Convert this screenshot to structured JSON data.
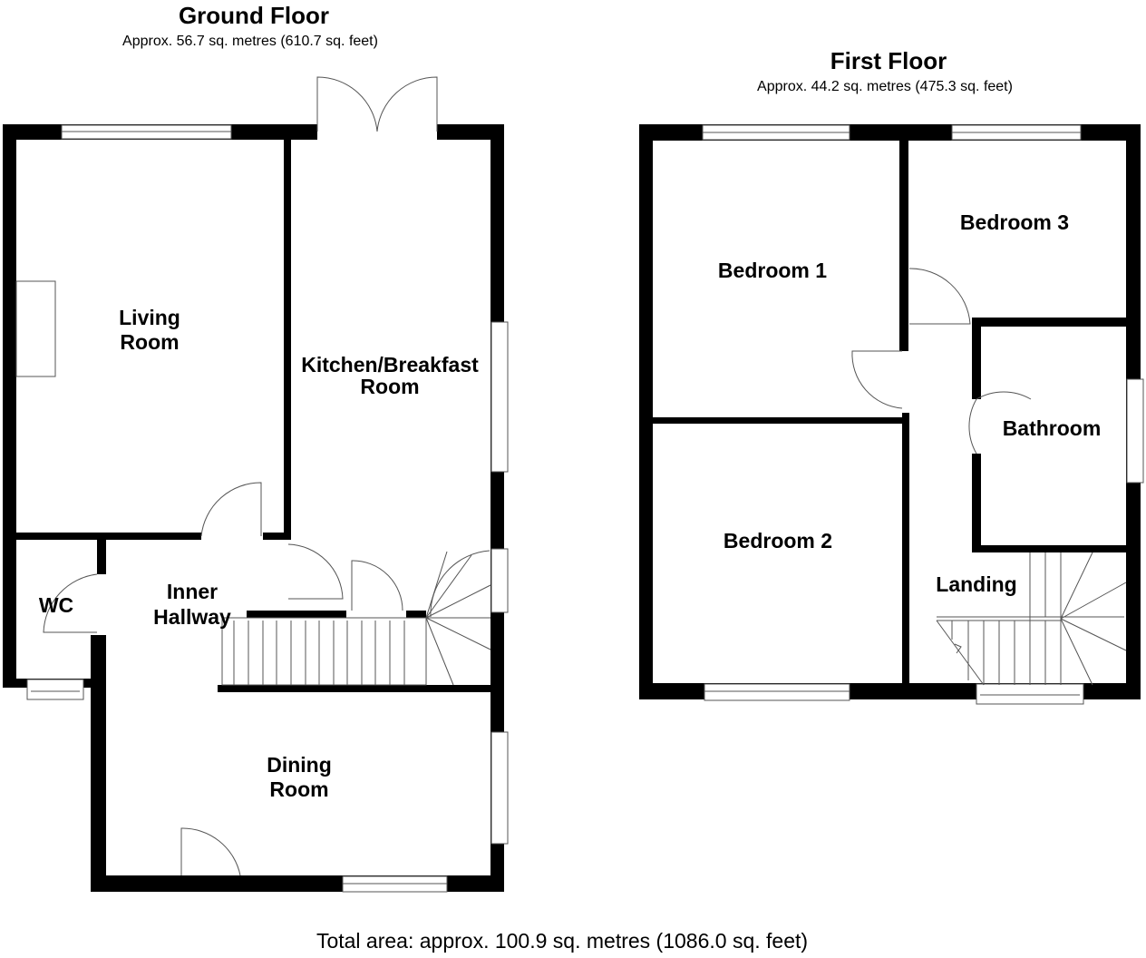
{
  "ground_floor": {
    "title": "Ground Floor",
    "area": "Approx. 56.7 sq. metres (610.7 sq. feet)",
    "rooms": {
      "living_1": "Living",
      "living_2": "Room",
      "kitchen_1": "Kitchen/Breakfast",
      "kitchen_2": "Room",
      "wc": "WC",
      "hall_1": "Inner",
      "hall_2": "Hallway",
      "dining_1": "Dining",
      "dining_2": "Room"
    }
  },
  "first_floor": {
    "title": "First Floor",
    "area": "Approx. 44.2 sq. metres (475.3 sq. feet)",
    "rooms": {
      "bed1": "Bedroom 1",
      "bed2": "Bedroom 2",
      "bed3": "Bedroom 3",
      "bath": "Bathroom",
      "landing": "Landing"
    }
  },
  "total_area": "Total area: approx. 100.9 sq. metres (1086.0 sq. feet)"
}
